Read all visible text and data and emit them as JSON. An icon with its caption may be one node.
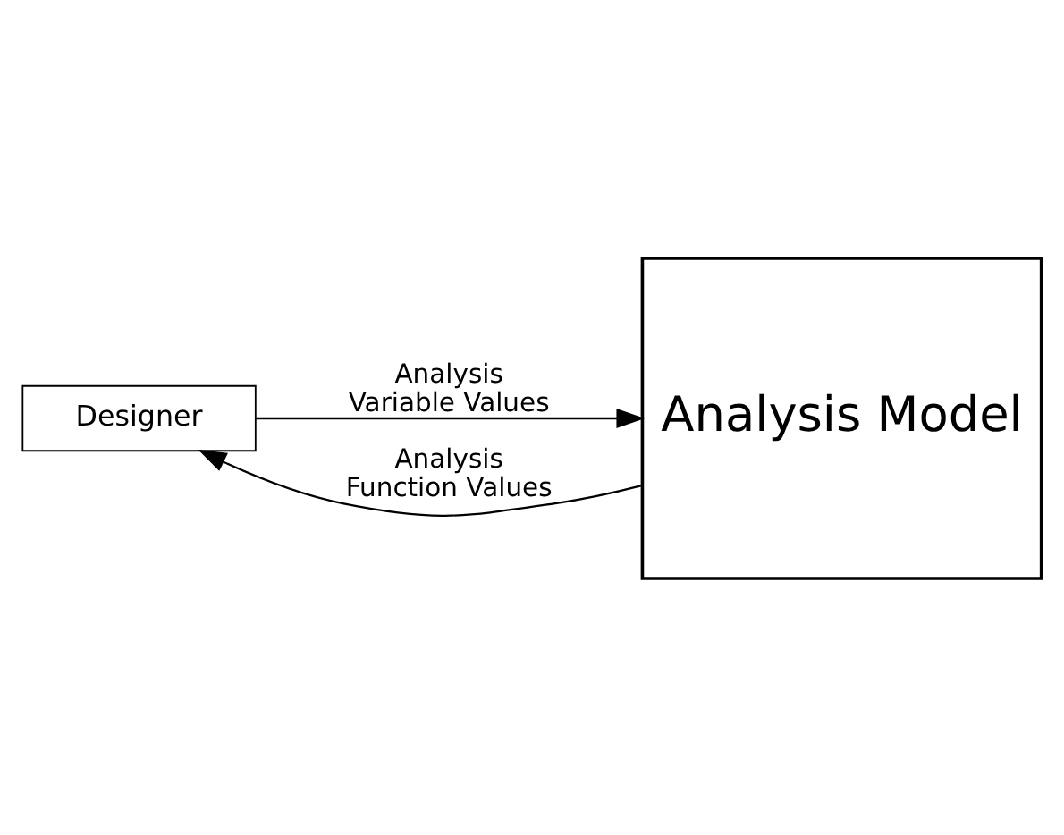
{
  "diagram": {
    "nodes": [
      {
        "text": [
          "Designer"
        ]
      },
      {
        "text": [
          "Analysis Model"
        ]
      }
    ],
    "edges": [
      {
        "from": 0,
        "to": 1,
        "arrow": "to",
        "label": "Analysis Variable Values"
      },
      {
        "from": 1,
        "to": 0,
        "arrow": "to",
        "label": "Analysis Function Values"
      }
    ]
  }
}
